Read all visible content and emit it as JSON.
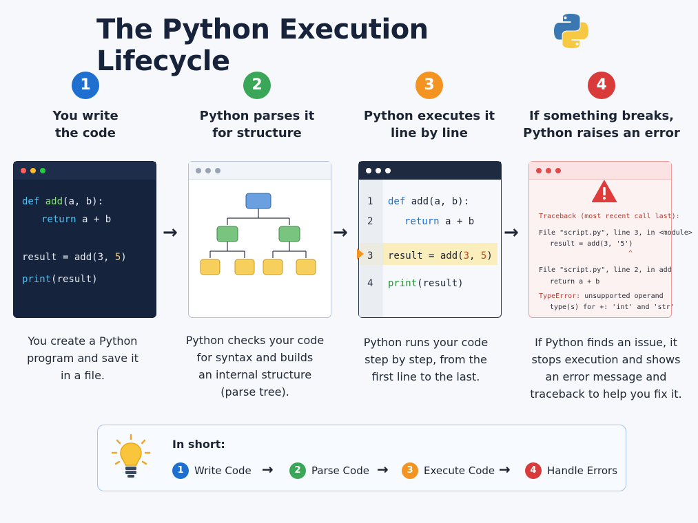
{
  "title": "The Python Execution Lifecycle",
  "colors": {
    "blue": "#1f6fd1",
    "green": "#3aa657",
    "orange": "#f39422",
    "red": "#d93a3a"
  },
  "steps": [
    {
      "number": "1",
      "title_line1": "You write",
      "title_line2": "the code",
      "desc": [
        "You create a Python",
        "program and save it",
        "in a file."
      ]
    },
    {
      "number": "2",
      "title_line1": "Python parses it",
      "title_line2": "for structure",
      "desc": [
        "Python checks your code",
        "for syntax and builds",
        "an internal structure",
        "(parse tree)."
      ]
    },
    {
      "number": "3",
      "title_line1": "Python executes it",
      "title_line2": "line by line",
      "desc": [
        "Python runs your code",
        "step by step, from the",
        "first line to the last."
      ]
    },
    {
      "number": "4",
      "title_line1": "If something breaks,",
      "title_line2": "Python raises an error",
      "desc": [
        "If Python finds an issue, it",
        "stops execution and shows",
        "an error message and",
        "traceback to help you fix it."
      ]
    }
  ],
  "editor_code": {
    "l1_kw": "def",
    "l1_fn": "add",
    "l1_rest": "(a, b):",
    "l2_kw": "return",
    "l2_rest": " a + b",
    "l3_a": "result = add(3, ",
    "l3_num": "5",
    "l3_b": ")",
    "l4_fn": "print",
    "l4_rest": "(result)"
  },
  "exec_code": {
    "nums": [
      "1",
      "2",
      "3",
      "4"
    ],
    "l1_kw": "def",
    "l1_rest": " add(a, b):",
    "l2_kw": "return",
    "l2_rest": " a + b",
    "l3_a": "result = add(",
    "l3_n1": "3",
    "l3_mid": ", ",
    "l3_n2": "5",
    "l3_b": ")",
    "l4_fn": "print",
    "l4_rest": "(result)"
  },
  "traceback": {
    "head": "Traceback (most recent call last):",
    "f1": "File \"script.py\", line 3, in <module>",
    "f1_code": "result = add(3, '5')",
    "caret": "^",
    "f2": "File \"script.py\", line 2, in add",
    "f2_code": "return a + b",
    "type_label": "TypeError:",
    "type_msg": " unsupported operand",
    "type_msg2": "type(s) for +: 'int' and 'str'"
  },
  "arrows": [
    "→",
    "→",
    "→"
  ],
  "summary": {
    "heading": "In short:",
    "items": [
      {
        "number": "1",
        "label": "Write Code"
      },
      {
        "number": "2",
        "label": "Parse Code"
      },
      {
        "number": "3",
        "label": "Execute Code"
      },
      {
        "number": "4",
        "label": "Handle Errors"
      }
    ],
    "arrow": "→"
  }
}
